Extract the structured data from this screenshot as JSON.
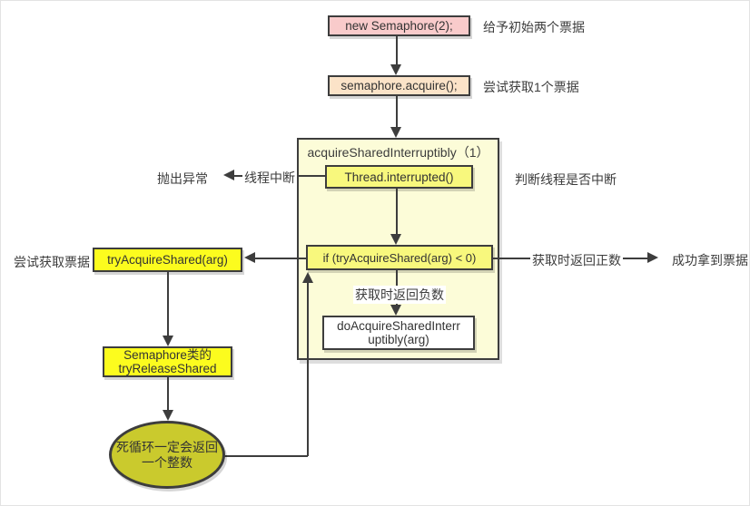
{
  "nodes": {
    "new_semaphore": "new Semaphore(2);",
    "acquire": "semaphore.acquire();",
    "container_title": "acquireSharedInterruptibly（1）",
    "thread_interrupted": "Thread.interrupted()",
    "if_try_acquire": "if (tryAcquireShared(arg) < 0)",
    "try_acquire_shared": "tryAcquireShared(arg)",
    "do_acquire_1": "doAcquireSharedInterr",
    "do_acquire_2": "uptibly(arg)",
    "semaphore_class_1": "Semaphore类的",
    "semaphore_class_2": "tryReleaseShared",
    "loop_ellipse_1": "死循环一定会返回",
    "loop_ellipse_2": "一个整数"
  },
  "labels": {
    "initial_tickets": "给予初始两个票据",
    "try_one_ticket": "尝试获取1个票据",
    "thread_interrupt": "线程中断",
    "throw_exception": "抛出异常",
    "judge_interrupt": "判断线程是否中断",
    "try_get_ticket": "尝试获取票据",
    "return_positive": "获取时返回正数",
    "got_ticket": "成功拿到票据",
    "return_negative": "获取时返回负数"
  },
  "colors": {
    "pink": "#F9CBCB",
    "peach": "#FBE3C8",
    "container_yellow": "#FCFCD8",
    "box_yellow": "#F8F87D",
    "bright_yellow": "#FCFC1E",
    "olive": "#CACA2D",
    "border": "#3D3D3D",
    "line": "#3D3D3D",
    "text": "#333333"
  }
}
